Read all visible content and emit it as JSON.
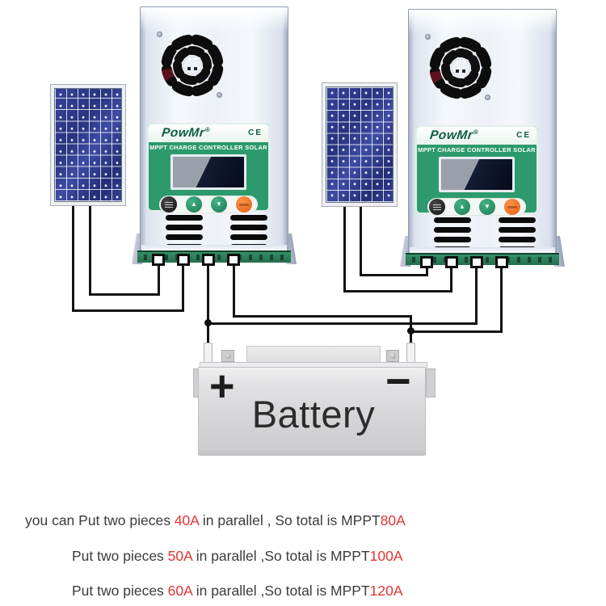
{
  "colors": {
    "controller_green": "#2D9A6E",
    "button_orange": "#EA6312",
    "button_green": "#1E7B52",
    "wire_black": "#141414",
    "accent_red": "#E23434",
    "solar_blue": "#2C3A8C",
    "case_silver": "#EDF1F7",
    "battery_gray": "#D8D8DA"
  },
  "controller": {
    "brand": "PowMr",
    "reg": "®",
    "ce_mark": "CE",
    "subtitle": "MPPT CHARGE CONTROLLER SOLAR",
    "buttons": {
      "up": "▲",
      "down": "▼"
    }
  },
  "battery": {
    "plus": "+",
    "minus": "−",
    "label": "Battery"
  },
  "captions": {
    "line1": {
      "pre": "you can Put two pieces ",
      "amps": "40A",
      "mid": " in parallel , So total is MPPT",
      "total": "80A"
    },
    "line2": {
      "pre": "Put two pieces ",
      "amps": "50A",
      "mid": " in parallel ,So total is MPPT",
      "total": "100A"
    },
    "line3": {
      "pre": "Put two pieces ",
      "amps": "60A",
      "mid": " in parallel ,So total is MPPT",
      "total": "120A"
    }
  }
}
